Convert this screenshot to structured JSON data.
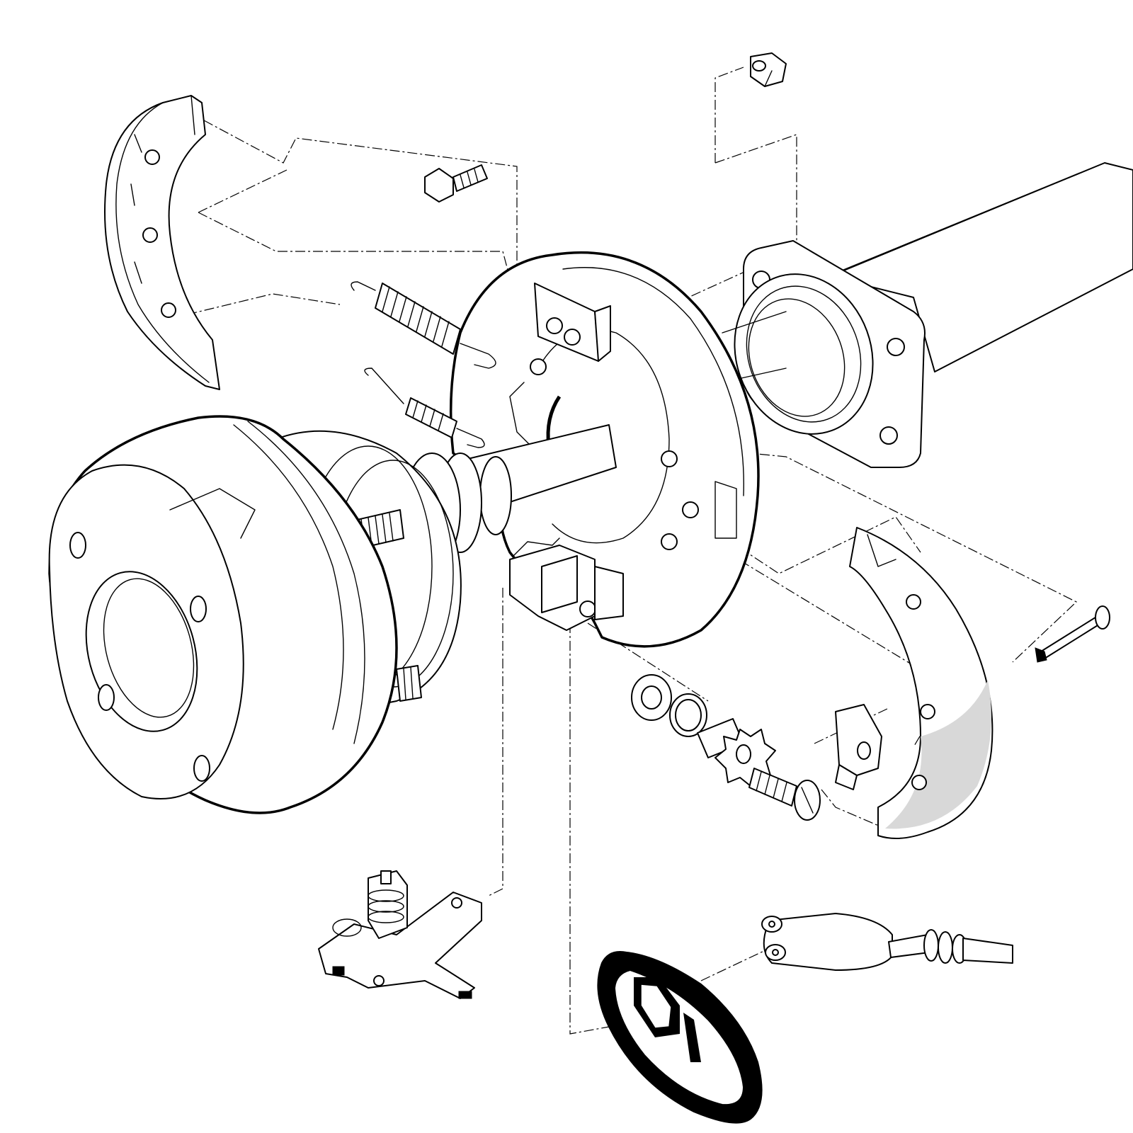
{
  "diagram": {
    "kind": "exploded-assembly",
    "subject_parts": [
      "brake-shoe-upper",
      "brake-shoe-lower",
      "brake-drum",
      "backing-plate",
      "axle-housing-flange",
      "hex-nut",
      "flange-bolt",
      "return-spring-upper",
      "return-spring-lower",
      "anchor-block",
      "adjuster-housing",
      "washer-1",
      "washer-2",
      "star-wheel-adjuster",
      "adjuster-screw",
      "shoe-retainer-clip",
      "clevis-pin",
      "actuator-lever-assembly",
      "rubber-boot",
      "brake-cable-clevis"
    ],
    "colors": {
      "line": "#000000",
      "background": "#ffffff"
    }
  }
}
